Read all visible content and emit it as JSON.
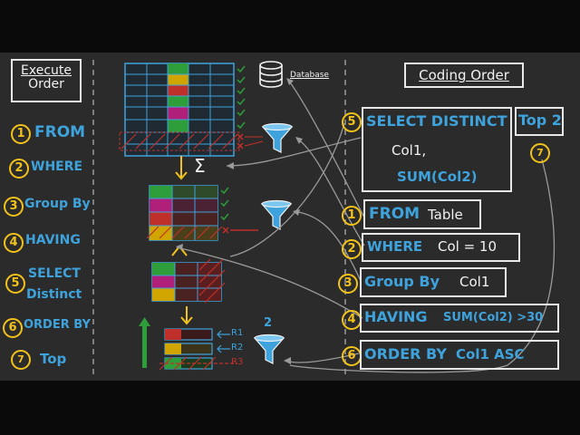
{
  "left": {
    "title_line1": "Execute",
    "title_line2": "Order",
    "steps": [
      {
        "n": "1",
        "label": "FROM"
      },
      {
        "n": "2",
        "label": "WHERE"
      },
      {
        "n": "3",
        "label": "Group By"
      },
      {
        "n": "4",
        "label": "HAVING"
      },
      {
        "n": "5",
        "label_line1": "SELECT",
        "label_line2": "Distinct"
      },
      {
        "n": "6",
        "label": "ORDER BY"
      },
      {
        "n": "7",
        "label": "Top"
      }
    ]
  },
  "middle": {
    "database_label": "Database",
    "sigma": "Σ",
    "top_count": "2",
    "row_labels": [
      "R1",
      "R2",
      "R3"
    ],
    "colors": {
      "green": "#2e9e3a",
      "yellow": "#d1a500",
      "red": "#c0302a",
      "magenta": "#b0207a",
      "blue": "#3ea3dc"
    }
  },
  "right": {
    "title": "Coding Order",
    "select": {
      "n": "5",
      "kw": "SELECT DISTINCT",
      "col1": "Col1,",
      "sum": "SUM(Col2)"
    },
    "top": {
      "n": "7",
      "kw": "Top 2"
    },
    "from": {
      "n": "1",
      "kw": "FROM",
      "val": "Table"
    },
    "where": {
      "n": "2",
      "kw": "WHERE",
      "val": "Col = 10"
    },
    "group": {
      "n": "3",
      "kw": "Group By",
      "val": "Col1"
    },
    "having": {
      "n": "4",
      "kw": "HAVING",
      "val": "SUM(Col2) >30"
    },
    "order": {
      "n": "6",
      "kw": "ORDER BY",
      "val": "Col1 ASC"
    }
  }
}
